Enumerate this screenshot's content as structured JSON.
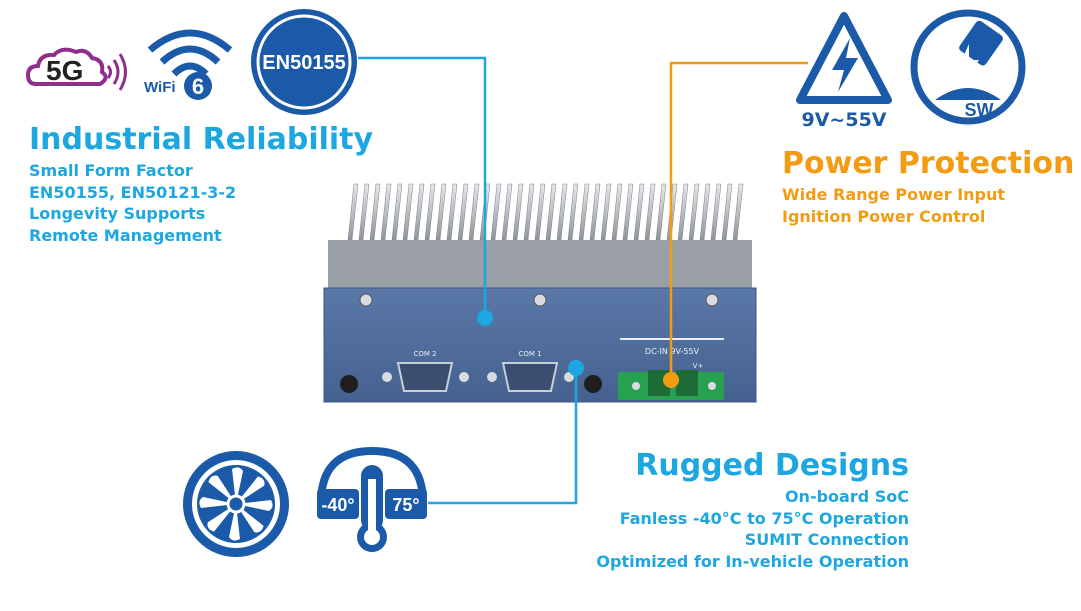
{
  "badges": {
    "fiveg": "5G",
    "wifi": "WiFi",
    "wifi_version": "6",
    "en50155": "EN50155"
  },
  "industrial_reliability": {
    "title": "Industrial Reliability",
    "features": [
      "Small Form Factor",
      "EN50155, EN50121-3-2",
      "Longevity Supports",
      "Remote Management"
    ]
  },
  "power_protection": {
    "title": "Power Protection",
    "features": [
      "Wide Range Power Input",
      "Ignition Power Control"
    ],
    "voltage_range": "9V~55V",
    "switch_label": "SW"
  },
  "rugged_designs": {
    "title": "Rugged Designs",
    "features": [
      "On-board SoC",
      "Fanless -40°C to 75°C Operation",
      "SUMIT Connection",
      "Optimized for In-vehicle Operation"
    ],
    "temp_low": "-40°",
    "temp_high": "75°"
  },
  "device": {
    "com2_label": "COM 2",
    "com1_label": "COM 1",
    "dc_in_label": "DC-IN 9V-55V",
    "vplus_label": "V+"
  },
  "colors": {
    "accent_blue": "#1ca7e0",
    "accent_orange": "#f39c12",
    "icon_blue": "#1a5aa8",
    "chassis": "#4f6f9f"
  }
}
